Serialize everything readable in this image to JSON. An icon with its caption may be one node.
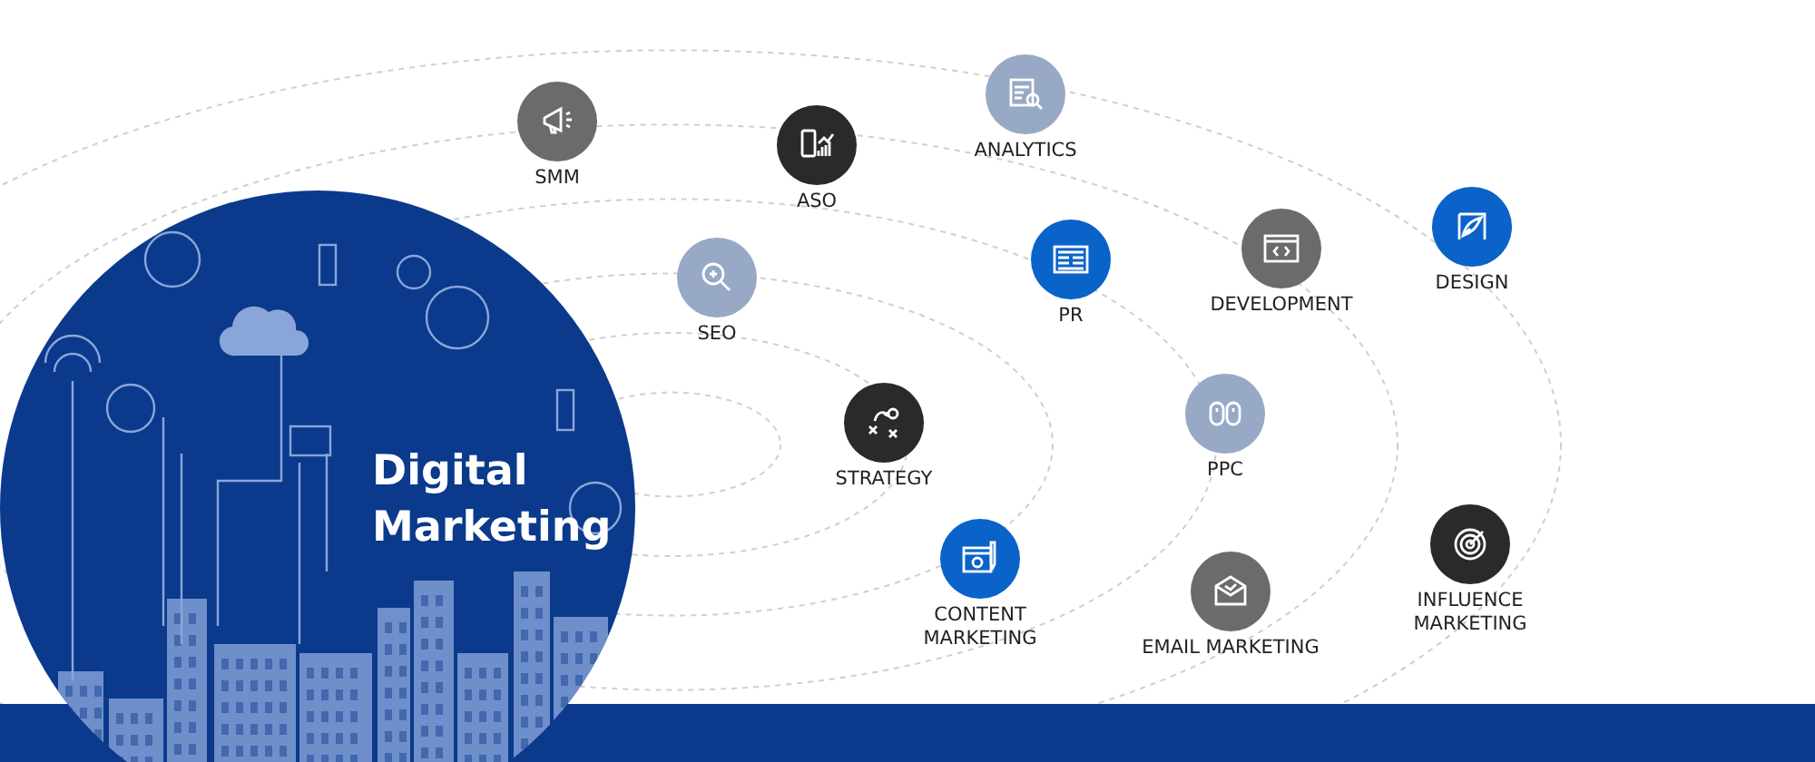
{
  "diagram": {
    "nodes": [
      {
        "text": [
          "Digital Marketing"
        ]
      },
      {
        "text": [
          "SMM"
        ]
      },
      {
        "text": [
          "ASO"
        ]
      },
      {
        "text": [
          "ANALYTICS"
        ]
      },
      {
        "text": [
          "SEO"
        ]
      },
      {
        "text": [
          "PR"
        ]
      },
      {
        "text": [
          "DEVELOPMENT"
        ]
      },
      {
        "text": [
          "DESIGN"
        ]
      },
      {
        "text": [
          "STRATEGY"
        ]
      },
      {
        "text": [
          "PPC"
        ]
      },
      {
        "text": [
          "CONTENT MARKETING"
        ]
      },
      {
        "text": [
          "EMAIL MARKETING"
        ]
      },
      {
        "text": [
          "INFLUENCE MARKETING"
        ]
      }
    ]
  }
}
